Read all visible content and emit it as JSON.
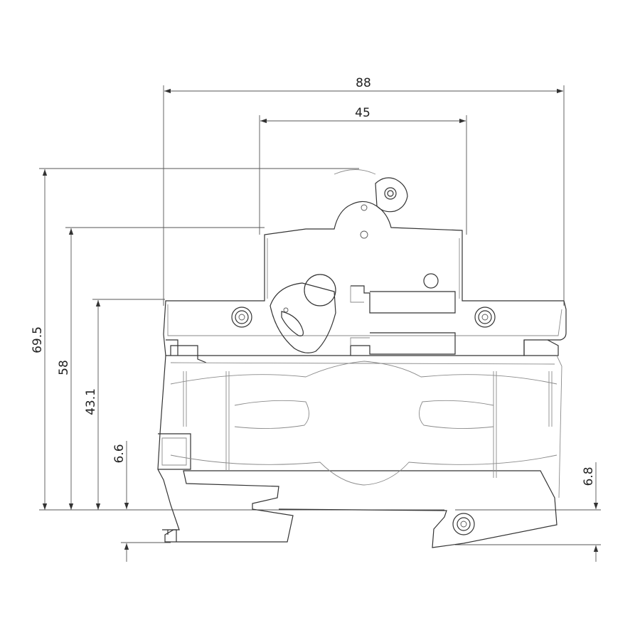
{
  "dimensions": {
    "overall_width": "88",
    "inner_width": "45",
    "total_height": "69.5",
    "body_height": "58",
    "shoulder_height": "43.1",
    "left_foot": "6.6",
    "right_foot": "6.8"
  },
  "colors": {
    "line": "#333333",
    "background": "#ffffff"
  }
}
